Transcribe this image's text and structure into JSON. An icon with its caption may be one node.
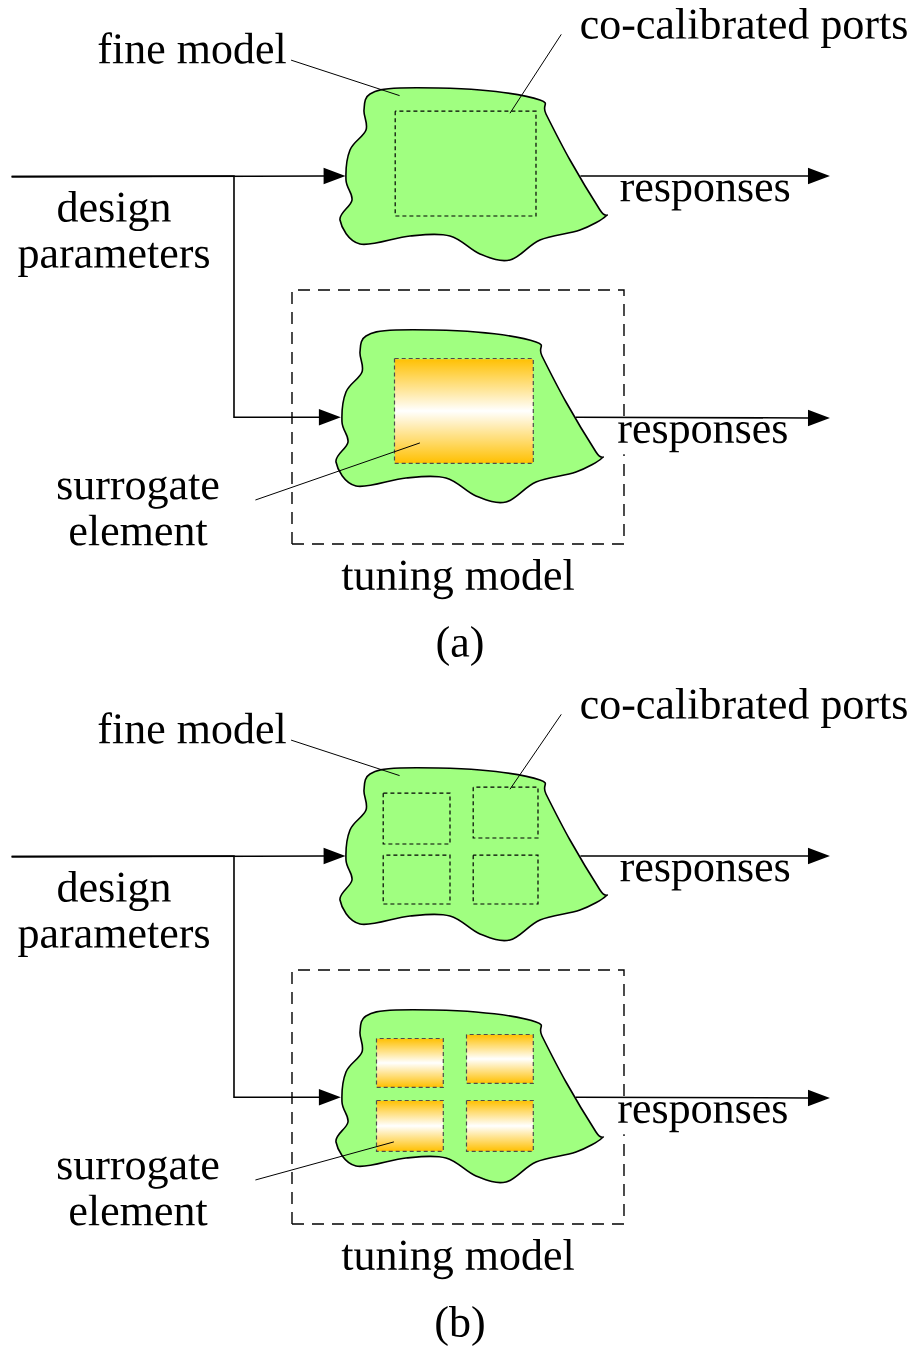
{
  "diagram": {
    "nodes": [
      {
        "text": [
          "fine model"
        ]
      },
      {
        "text": [
          "co-calibrated ports"
        ]
      },
      {
        "text": [],
        "shape": "cloud"
      },
      {
        "text": [],
        "shape": "box",
        "in": 2
      },
      {
        "text": [
          "tuning model"
        ]
      },
      {
        "text": [],
        "shape": "cloud",
        "in": 4
      },
      {
        "text": [],
        "shape": "box",
        "in": 5
      },
      {
        "text": [
          "surrogate element"
        ]
      },
      {
        "text": [
          "fine model"
        ]
      },
      {
        "text": [
          "co-calibrated ports"
        ]
      },
      {
        "text": [],
        "shape": "cloud"
      },
      {
        "text": [],
        "shape": "box",
        "in": 10
      },
      {
        "text": [],
        "shape": "box",
        "in": 10
      },
      {
        "text": [],
        "shape": "box",
        "in": 10
      },
      {
        "text": [],
        "shape": "box",
        "in": 10
      },
      {
        "text": [
          "tuning model"
        ]
      },
      {
        "text": [],
        "shape": "cloud",
        "in": 15
      },
      {
        "text": [],
        "shape": "box",
        "in": 16
      },
      {
        "text": [],
        "shape": "box",
        "in": 16
      },
      {
        "text": [],
        "shape": "box",
        "in": 16
      },
      {
        "text": [],
        "shape": "box",
        "in": 16
      },
      {
        "text": [
          "surrogate element"
        ]
      },
      {
        "text": [
          "design parameters"
        ]
      },
      {
        "text": [
          "design parameters"
        ]
      }
    ],
    "edges": [
      {
        "from": 0,
        "to": 2,
        "arrow": "none"
      },
      {
        "from": 1,
        "to": 3,
        "arrow": "none"
      },
      {
        "from": 22,
        "to": 2,
        "arrow": "to"
      },
      {
        "from": 22,
        "to": 5,
        "arrow": "to"
      },
      {
        "from": 2,
        "to": null,
        "arrow": "to",
        "label": "responses"
      },
      {
        "from": 5,
        "to": null,
        "arrow": "to",
        "label": "responses"
      },
      {
        "from": 7,
        "to": 6,
        "arrow": "none"
      },
      {
        "from": 8,
        "to": 10,
        "arrow": "none"
      },
      {
        "from": 9,
        "to": 12,
        "arrow": "none"
      },
      {
        "from": 23,
        "to": 10,
        "arrow": "to"
      },
      {
        "from": 23,
        "to": 16,
        "arrow": "to"
      },
      {
        "from": 10,
        "to": null,
        "arrow": "to",
        "label": "responses"
      },
      {
        "from": 16,
        "to": null,
        "arrow": "to",
        "label": "responses"
      },
      {
        "from": 21,
        "to": 19,
        "arrow": "none"
      }
    ],
    "labels": [
      "(a)",
      "(b)"
    ]
  }
}
